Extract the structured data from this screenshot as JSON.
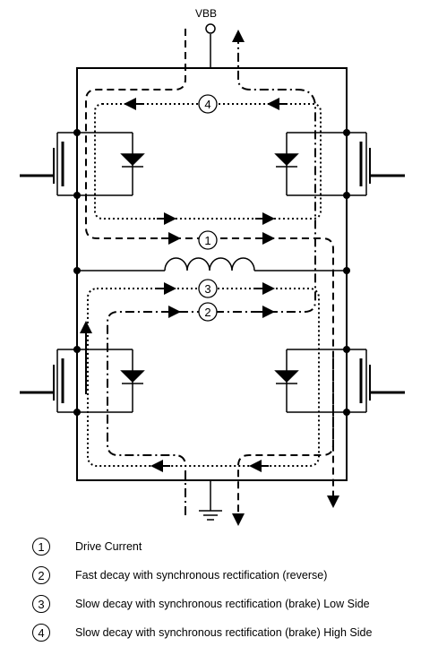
{
  "supply_label": "VBB",
  "path_markers": {
    "drive": "1",
    "fast_decay": "2",
    "slow_decay_low": "3",
    "slow_decay_high": "4"
  },
  "legend": [
    {
      "num": "1",
      "text": "Drive Current"
    },
    {
      "num": "2",
      "text": "Fast decay with synchronous rectification (reverse)"
    },
    {
      "num": "3",
      "text": "Slow decay with synchronous rectification (brake) Low Side"
    },
    {
      "num": "4",
      "text": "Slow decay with synchronous rectification (brake) High Side"
    }
  ]
}
